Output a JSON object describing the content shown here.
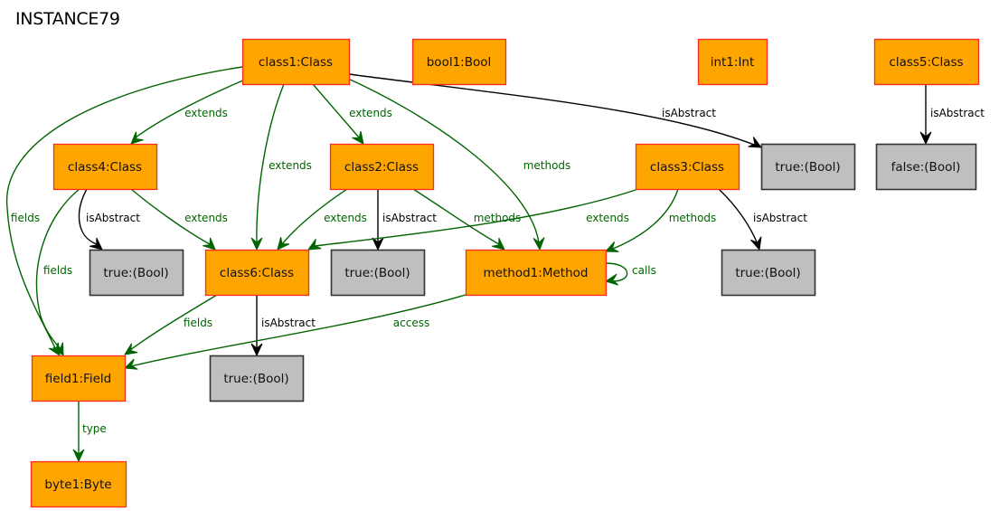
{
  "title": "INSTANCE79",
  "colors": {
    "object_fill": "#ffa500",
    "object_border": "#ff2a1f",
    "value_fill": "#bfbfbf",
    "value_border": "#333333",
    "reference_edge": "#006400",
    "attribute_edge": "#000000"
  },
  "nodes": [
    {
      "id": "class1",
      "label": "class1:Class",
      "kind": "object"
    },
    {
      "id": "bool1",
      "label": "bool1:Bool",
      "kind": "object"
    },
    {
      "id": "int1",
      "label": "int1:Int",
      "kind": "object"
    },
    {
      "id": "class5",
      "label": "class5:Class",
      "kind": "object"
    },
    {
      "id": "class4",
      "label": "class4:Class",
      "kind": "object"
    },
    {
      "id": "class2",
      "label": "class2:Class",
      "kind": "object"
    },
    {
      "id": "class3",
      "label": "class3:Class",
      "kind": "object"
    },
    {
      "id": "true_a",
      "label": "true:(Bool)",
      "kind": "value"
    },
    {
      "id": "false_a",
      "label": "false:(Bool)",
      "kind": "value"
    },
    {
      "id": "true_b",
      "label": "true:(Bool)",
      "kind": "value"
    },
    {
      "id": "class6",
      "label": "class6:Class",
      "kind": "object"
    },
    {
      "id": "true_c",
      "label": "true:(Bool)",
      "kind": "value"
    },
    {
      "id": "method1",
      "label": "method1:Method",
      "kind": "object"
    },
    {
      "id": "true_d",
      "label": "true:(Bool)",
      "kind": "value"
    },
    {
      "id": "field1",
      "label": "field1:Field",
      "kind": "object"
    },
    {
      "id": "true_e",
      "label": "true:(Bool)",
      "kind": "value"
    },
    {
      "id": "byte1",
      "label": "byte1:Byte",
      "kind": "object"
    }
  ],
  "edges": [
    {
      "id": "e1",
      "from": "class1",
      "to": "class4",
      "label": "extends",
      "kind": "reference"
    },
    {
      "id": "e2",
      "from": "class1",
      "to": "class6",
      "label": "extends",
      "kind": "reference"
    },
    {
      "id": "e3",
      "from": "class1",
      "to": "class2",
      "label": "extends",
      "kind": "reference"
    },
    {
      "id": "e4",
      "from": "class1",
      "to": "method1",
      "label": "methods",
      "kind": "reference"
    },
    {
      "id": "e5",
      "from": "class1",
      "to": "true_a",
      "label": "isAbstract",
      "kind": "attribute"
    },
    {
      "id": "e6",
      "from": "class1",
      "to": "field1",
      "label": "fields",
      "kind": "reference"
    },
    {
      "id": "e7",
      "from": "class5",
      "to": "false_a",
      "label": "isAbstract",
      "kind": "attribute"
    },
    {
      "id": "e8",
      "from": "class4",
      "to": "true_b",
      "label": "isAbstract",
      "kind": "attribute"
    },
    {
      "id": "e9",
      "from": "class4",
      "to": "class6",
      "label": "extends",
      "kind": "reference"
    },
    {
      "id": "e10",
      "from": "class4",
      "to": "field1",
      "label": "fields",
      "kind": "reference"
    },
    {
      "id": "e11",
      "from": "class2",
      "to": "class6",
      "label": "extends",
      "kind": "reference"
    },
    {
      "id": "e12",
      "from": "class2",
      "to": "true_c",
      "label": "isAbstract",
      "kind": "attribute"
    },
    {
      "id": "e13",
      "from": "class2",
      "to": "method1",
      "label": "methods",
      "kind": "reference"
    },
    {
      "id": "e14",
      "from": "class3",
      "to": "class6",
      "label": "extends",
      "kind": "reference"
    },
    {
      "id": "e15",
      "from": "class3",
      "to": "method1",
      "label": "methods",
      "kind": "reference"
    },
    {
      "id": "e16",
      "from": "class3",
      "to": "true_d",
      "label": "isAbstract",
      "kind": "attribute"
    },
    {
      "id": "e17",
      "from": "method1",
      "to": "method1",
      "label": "calls",
      "kind": "reference"
    },
    {
      "id": "e18",
      "from": "class6",
      "to": "field1",
      "label": "fields",
      "kind": "reference"
    },
    {
      "id": "e19",
      "from": "class6",
      "to": "true_e",
      "label": "isAbstract",
      "kind": "attribute"
    },
    {
      "id": "e20",
      "from": "method1",
      "to": "field1",
      "label": "access",
      "kind": "reference"
    },
    {
      "id": "e21",
      "from": "field1",
      "to": "byte1",
      "label": "type",
      "kind": "reference"
    }
  ]
}
